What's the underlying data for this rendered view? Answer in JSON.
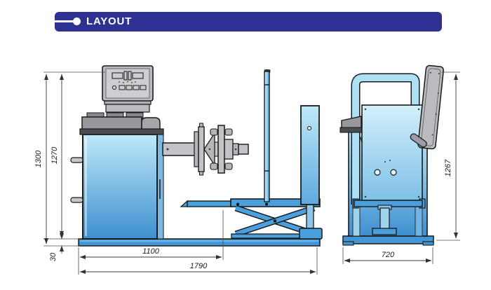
{
  "header": {
    "title": "LAYOUT"
  },
  "colors": {
    "header_bg": "#2e3192",
    "header_text": "#ffffff",
    "machine_body_top": "#bfe9f8",
    "machine_body_bottom": "#3e8fd0",
    "lift_blue": "#4aa0dc",
    "base_blue": "#4496d6",
    "panel_gray": "#c2c3c7",
    "tray_gray": "#96989d",
    "outline": "#1a1a1a",
    "dimension_line": "#3a3a3a"
  },
  "dimensions": {
    "front": {
      "overall_height": "1300",
      "machine_height": "1270",
      "base_height": "30",
      "base_length": "1100",
      "overall_length": "1790"
    },
    "side": {
      "overall_height": "1267",
      "overall_width": "720"
    }
  }
}
